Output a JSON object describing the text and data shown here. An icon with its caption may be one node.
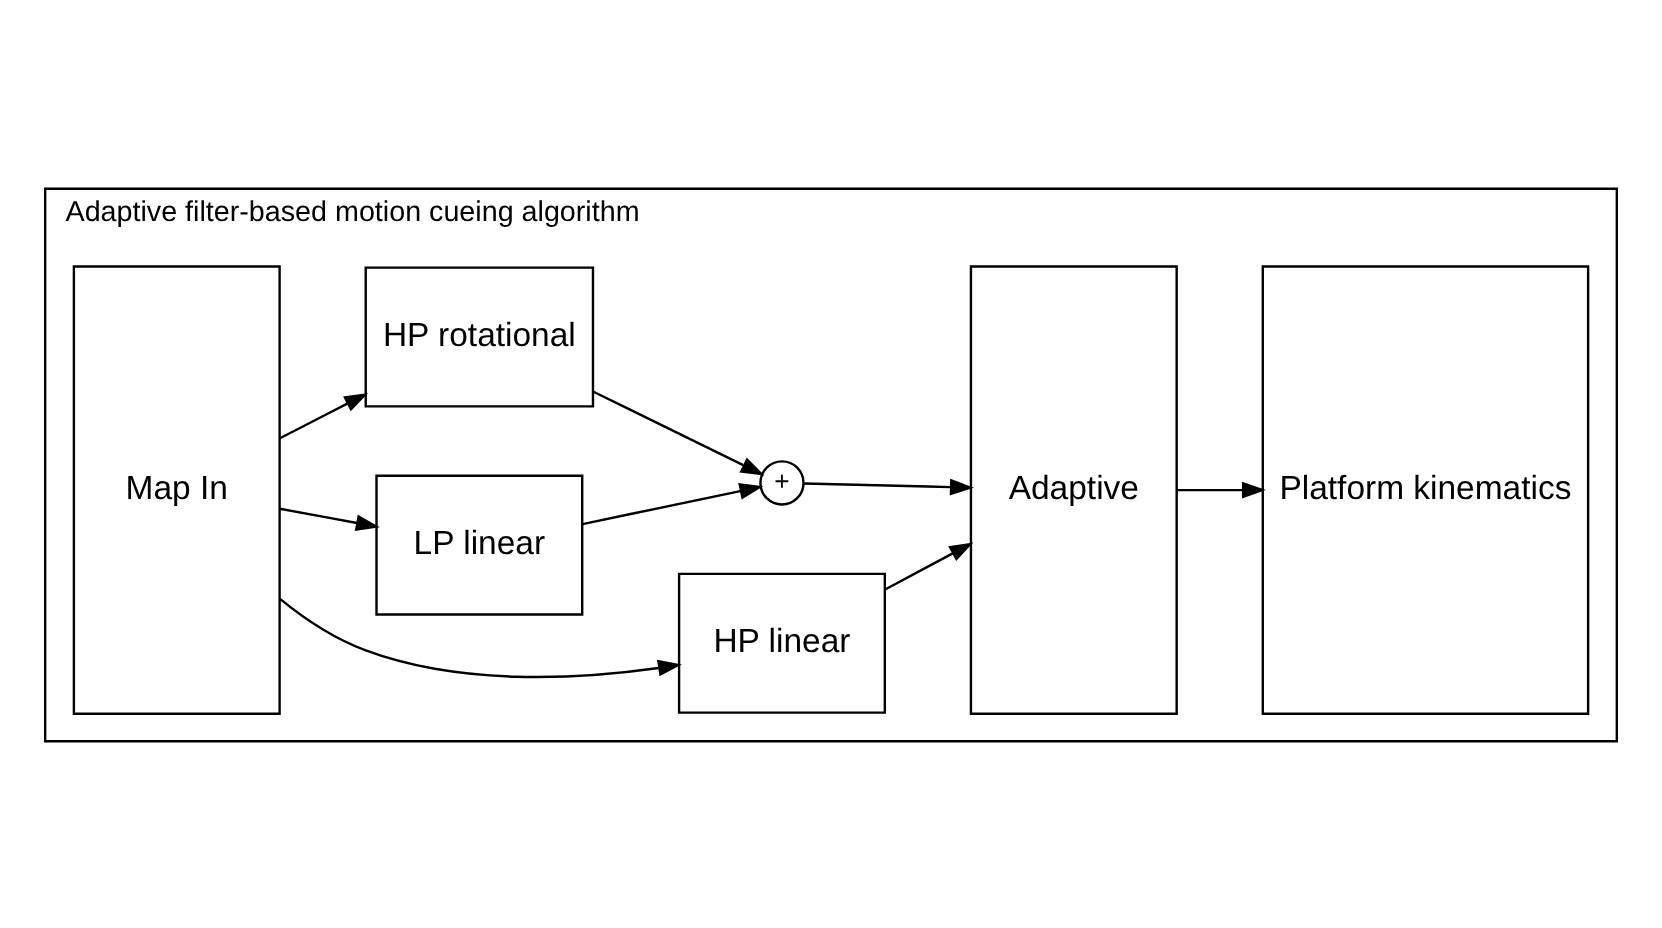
{
  "diagram": {
    "nodes": [
      {
        "text": [
          "Adaptive filter-based motion cueing algorithm"
        ]
      },
      {
        "text": [
          "Map In"
        ],
        "in": 0
      },
      {
        "text": [
          "HP linear"
        ],
        "in": 0
      },
      {
        "text": [
          "LP linear"
        ],
        "in": 0
      },
      {
        "text": [
          "HP rotational"
        ],
        "in": 0
      },
      {
        "text": [
          "+"
        ],
        "in": 0
      },
      {
        "text": [
          "Adaptive"
        ],
        "in": 0
      },
      {
        "text": [
          "Platform kinematics"
        ],
        "in": 0
      }
    ],
    "edges": [
      {
        "from": 1,
        "to": 2,
        "arrow": "to"
      },
      {
        "from": 1,
        "to": 3,
        "arrow": "to"
      },
      {
        "from": 1,
        "to": 4,
        "arrow": "to"
      },
      {
        "from": 2,
        "to": 6,
        "arrow": "to"
      },
      {
        "from": 3,
        "to": 5,
        "arrow": "to"
      },
      {
        "from": 4,
        "to": 5,
        "arrow": "to"
      },
      {
        "from": 5,
        "to": 6,
        "arrow": "to"
      },
      {
        "from": 6,
        "to": 7,
        "arrow": "to"
      }
    ]
  }
}
